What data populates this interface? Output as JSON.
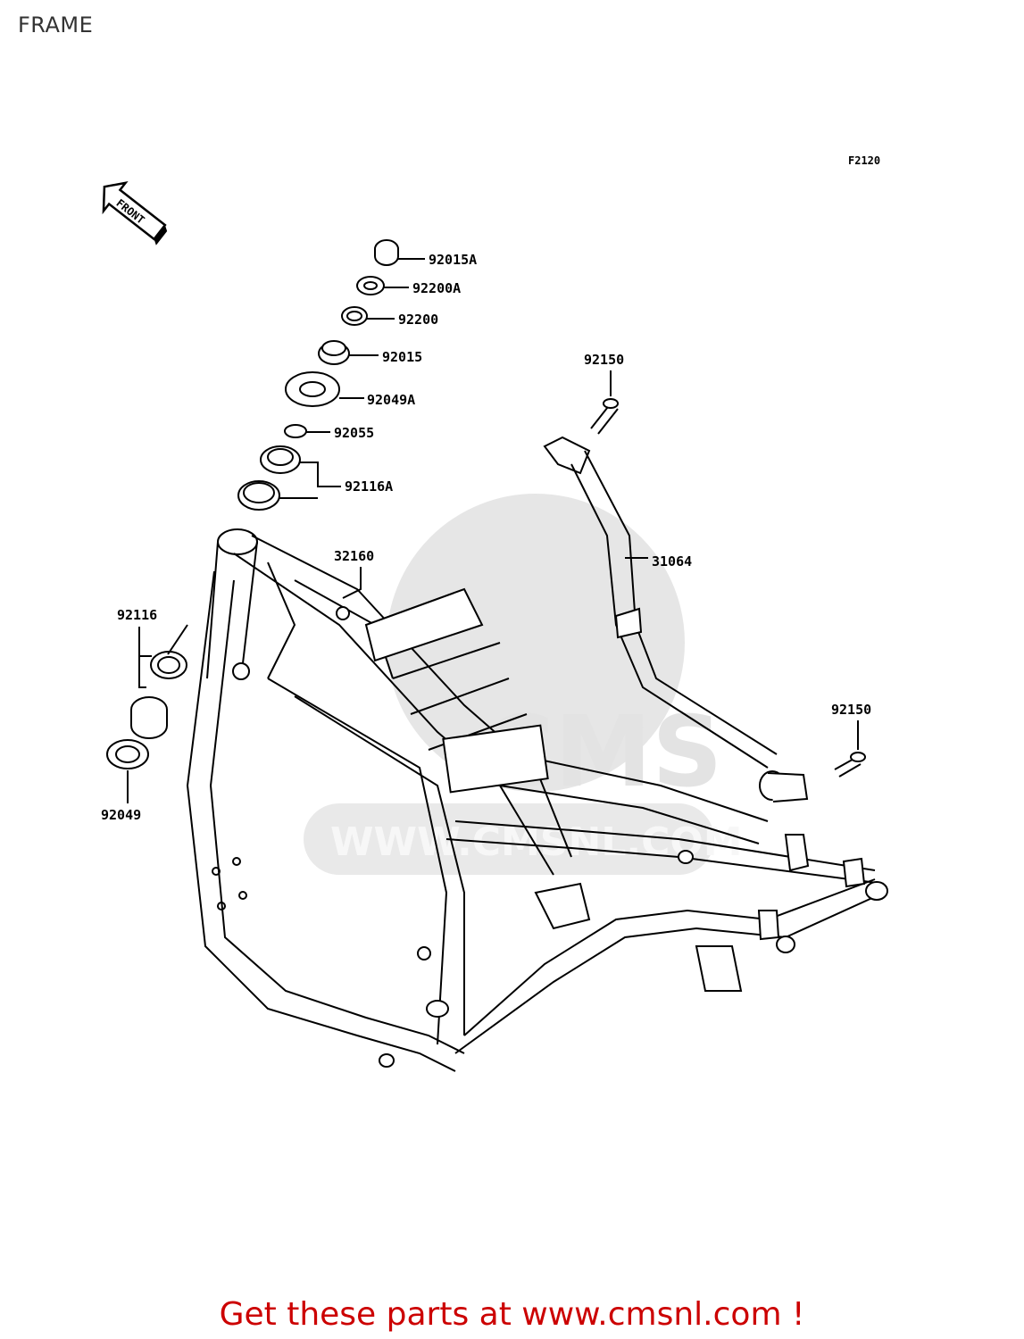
{
  "page": {
    "title": "FRAME"
  },
  "diagram": {
    "figure_code": "F2120",
    "front_label": "FRONT",
    "watermark_text": "WWW.CMSNL.COM",
    "watermark_logo_text": "CMS",
    "parts": [
      {
        "number": "92015A"
      },
      {
        "number": "92200A"
      },
      {
        "number": "92200"
      },
      {
        "number": "92015"
      },
      {
        "number": "92049A"
      },
      {
        "number": "92055"
      },
      {
        "number": "92116A"
      },
      {
        "number": "32160"
      },
      {
        "number": "92116"
      },
      {
        "number": "92049"
      },
      {
        "number": "92150"
      },
      {
        "number": "31064"
      },
      {
        "number": "92150"
      }
    ]
  },
  "footer": {
    "text_before": "Get these parts at ",
    "link_text": "www.cmsnl.com",
    "text_after": " !"
  },
  "colors": {
    "footer": "#cc0000",
    "line": "#000000",
    "watermark": "#e6e6e6"
  }
}
